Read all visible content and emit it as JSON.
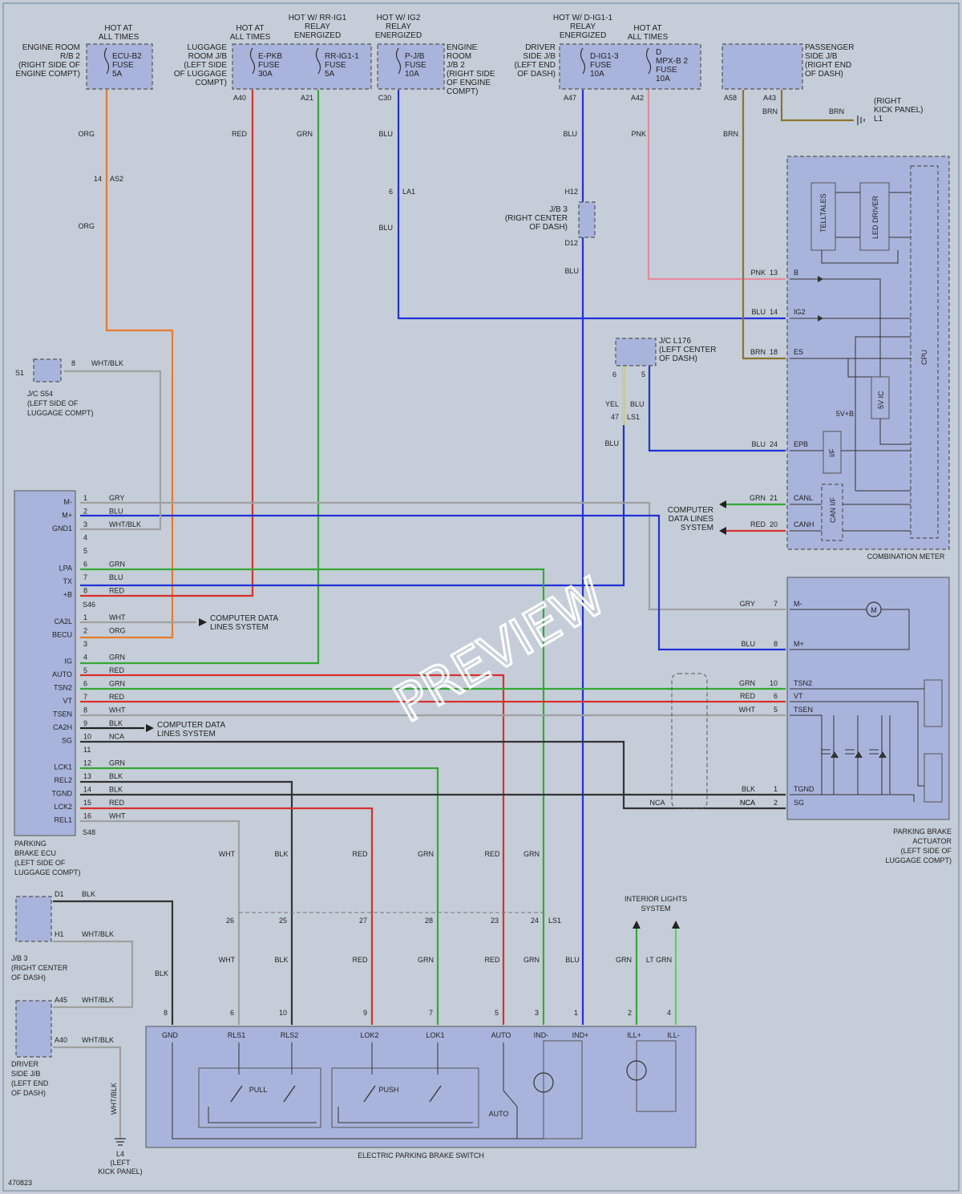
{
  "watermark": "PREVIEW",
  "doc_id": "470823",
  "top_sources": [
    {
      "hot": "HOT AT\nALL TIMES",
      "loc": "ENGINE ROOM\nR/B 2\n(RIGHT SIDE OF\nENGINE COMPT)",
      "fuse": "ECU-B2\nFUSE\n5A"
    },
    {
      "hot": "HOT AT\nALL TIMES",
      "loc": "LUGGAGE\nROOM J/B\n(LEFT SIDE\nOF LUGGAGE\nCOMPT)",
      "fuse": "E-PKB\nFUSE\n30A",
      "pin": "A40"
    },
    {
      "hot": "HOT W/ RR-IG1\nRELAY\nENERGIZED",
      "fuse": "RR-IG1-1\nFUSE\n5A",
      "pin": "A21"
    },
    {
      "hot": "HOT W/ IG2\nRELAY\nENERGIZED",
      "fuse": "P-J/B\nFUSE\n10A",
      "loc": "ENGINE\nROOM\nJ/B 2\n(RIGHT SIDE\nOF ENGINE\nCOMPT)",
      "pin": "C30"
    },
    {
      "hot": "HOT W/ D-IG1-1\nRELAY\nENERGIZED",
      "loc": "DRIVER\nSIDE J/B\n(LEFT END\nOF DASH)",
      "fuse": "D-IG1-3\nFUSE\n10A",
      "pin": "A47"
    },
    {
      "hot": "HOT AT\nALL TIMES",
      "fuse": "D\nMPX-B 2\nFUSE\n10A",
      "pin": "A42"
    },
    {
      "loc": "PASSENGER\nSIDE J/B\n(RIGHT END\nOF DASH)",
      "pins": [
        "A58",
        "A43"
      ]
    }
  ],
  "ground_labels": {
    "l1": "(RIGHT\nKICK PANEL)\nL1",
    "l4": "L4\n(LEFT\nKICK PANEL)",
    "s1": "S1"
  },
  "wire_labels": {
    "org": "ORG",
    "red": "RED",
    "grn": "GRN",
    "blu": "BLU",
    "pnk": "PNK",
    "brn": "BRN",
    "yel": "YEL",
    "blk": "BLK",
    "wht": "WHT",
    "gry": "GRY",
    "whtblk": "WHT/BLK",
    "nca": "NCA",
    "ltgrn": "LT GRN"
  },
  "connectors": {
    "as2": "AS2",
    "la1": "LA1",
    "ls1": "LS1",
    "s46": "S46",
    "s48": "S48",
    "jb3_top": "J/B 3\n(RIGHT CENTER\nOF DASH)",
    "h12": "H12",
    "d12": "D12",
    "jc_l176": "J/C L176\n(LEFT CENTER\nOF DASH)",
    "jc_s54": "J/C S54\n(LEFT SIDE OF\nLUGGAGE COMPT)"
  },
  "combination_meter": {
    "title": "COMBINATION METER",
    "blocks": [
      "TELLTALES",
      "LED DRIVER",
      "CPU",
      "5V IC",
      "I/F",
      "CAN I/F"
    ],
    "pins": [
      {
        "no": "13",
        "color": "PNK",
        "name": "B"
      },
      {
        "no": "14",
        "color": "BLU",
        "name": "IG2"
      },
      {
        "no": "18",
        "color": "BRN",
        "name": "ES"
      },
      {
        "no": "24",
        "color": "BLU",
        "name": "EPB"
      },
      {
        "no": "21",
        "color": "GRN",
        "name": "CANL"
      },
      {
        "no": "20",
        "color": "RED",
        "name": "CANH"
      }
    ],
    "five_v": "5V+B",
    "data_lines": "COMPUTER\nDATA LINES\nSYSTEM"
  },
  "ecu": {
    "title": "PARKING\nBRAKE ECU\n(LEFT SIDE OF\nLUGGAGE COMPT)",
    "s46_pins": [
      {
        "no": "1",
        "name": "M-",
        "color": "GRY"
      },
      {
        "no": "2",
        "name": "M+",
        "color": "BLU"
      },
      {
        "no": "3",
        "name": "GND1",
        "color": "WHT/BLK"
      },
      {
        "no": "4",
        "name": "",
        "color": ""
      },
      {
        "no": "5",
        "name": "",
        "color": ""
      },
      {
        "no": "6",
        "name": "LPA",
        "color": "GRN"
      },
      {
        "no": "7",
        "name": "TX",
        "color": "BLU"
      },
      {
        "no": "8",
        "name": "+B",
        "color": "RED"
      }
    ],
    "s48_pins": [
      {
        "no": "1",
        "name": "CA2L",
        "color": "WHT"
      },
      {
        "no": "2",
        "name": "BECU",
        "color": "ORG"
      },
      {
        "no": "3",
        "name": "",
        "color": ""
      },
      {
        "no": "4",
        "name": "IG",
        "color": "GRN"
      },
      {
        "no": "5",
        "name": "AUTO",
        "color": "RED"
      },
      {
        "no": "6",
        "name": "TSN2",
        "color": "GRN"
      },
      {
        "no": "7",
        "name": "VT",
        "color": "RED"
      },
      {
        "no": "8",
        "name": "TSEN",
        "color": "WHT"
      },
      {
        "no": "9",
        "name": "CA2H",
        "color": "BLK"
      },
      {
        "no": "10",
        "name": "SG",
        "color": "NCA"
      },
      {
        "no": "11",
        "name": "",
        "color": ""
      },
      {
        "no": "12",
        "name": "LCK1",
        "color": "GRN"
      },
      {
        "no": "13",
        "name": "REL2",
        "color": "BLK"
      },
      {
        "no": "14",
        "name": "TGND",
        "color": "BLK"
      },
      {
        "no": "15",
        "name": "LCK2",
        "color": "RED"
      },
      {
        "no": "16",
        "name": "REL1",
        "color": "WHT"
      }
    ],
    "cdl": "COMPUTER DATA\nLINES SYSTEM"
  },
  "actuator": {
    "title": "PARKING BRAKE\nACTUATOR\n(LEFT SIDE OF\nLUGGAGE COMPT)",
    "pins": [
      {
        "no": "7",
        "color": "GRY",
        "name": "M-"
      },
      {
        "no": "8",
        "color": "BLU",
        "name": "M+"
      },
      {
        "no": "10",
        "color": "GRN",
        "name": "TSN2"
      },
      {
        "no": "6",
        "color": "RED",
        "name": "VT"
      },
      {
        "no": "5",
        "color": "WHT",
        "name": "TSEN"
      },
      {
        "no": "1",
        "color": "BLK",
        "name": "TGND"
      },
      {
        "no": "2",
        "color": "NCA",
        "name": "SG"
      }
    ],
    "motor": "M"
  },
  "switch": {
    "title": "ELECTRIC PARKING BRAKE SWITCH",
    "pins": [
      {
        "no": "8",
        "name": "GND"
      },
      {
        "no": "6",
        "name": "RLS1"
      },
      {
        "no": "10",
        "name": "RLS2"
      },
      {
        "no": "9",
        "name": "LOK2"
      },
      {
        "no": "7",
        "name": "LOK1"
      },
      {
        "no": "5",
        "name": "AUTO"
      },
      {
        "no": "3",
        "name": "IND-"
      },
      {
        "no": "1",
        "name": "IND+"
      },
      {
        "no": "2",
        "name": "ILL+"
      },
      {
        "no": "4",
        "name": "ILL-"
      }
    ],
    "pull": "PULL",
    "push": "PUSH",
    "auto": "AUTO"
  },
  "ls1_pins": [
    "26",
    "25",
    "27",
    "28",
    "23",
    "24"
  ],
  "interior_lights": "INTERIOR LIGHTS\nSYSTEM",
  "lower_left": {
    "jb3": "J/B 3\n(RIGHT CENTER\nOF DASH)",
    "djb": "DRIVER\nSIDE J/B\n(LEFT END\nOF DASH)",
    "pins": [
      "D1",
      "H1",
      "A45",
      "A40"
    ]
  },
  "colors": {
    "org": "#e87a2a",
    "red": "#d9302c",
    "grn": "#34a834",
    "blu": "#2030d8",
    "pnk": "#e88a9c",
    "brn": "#8a7430",
    "yel": "#d8d84a",
    "gry": "#a0a0a0",
    "blk": "#333333",
    "ltgrn": "#60d060"
  }
}
